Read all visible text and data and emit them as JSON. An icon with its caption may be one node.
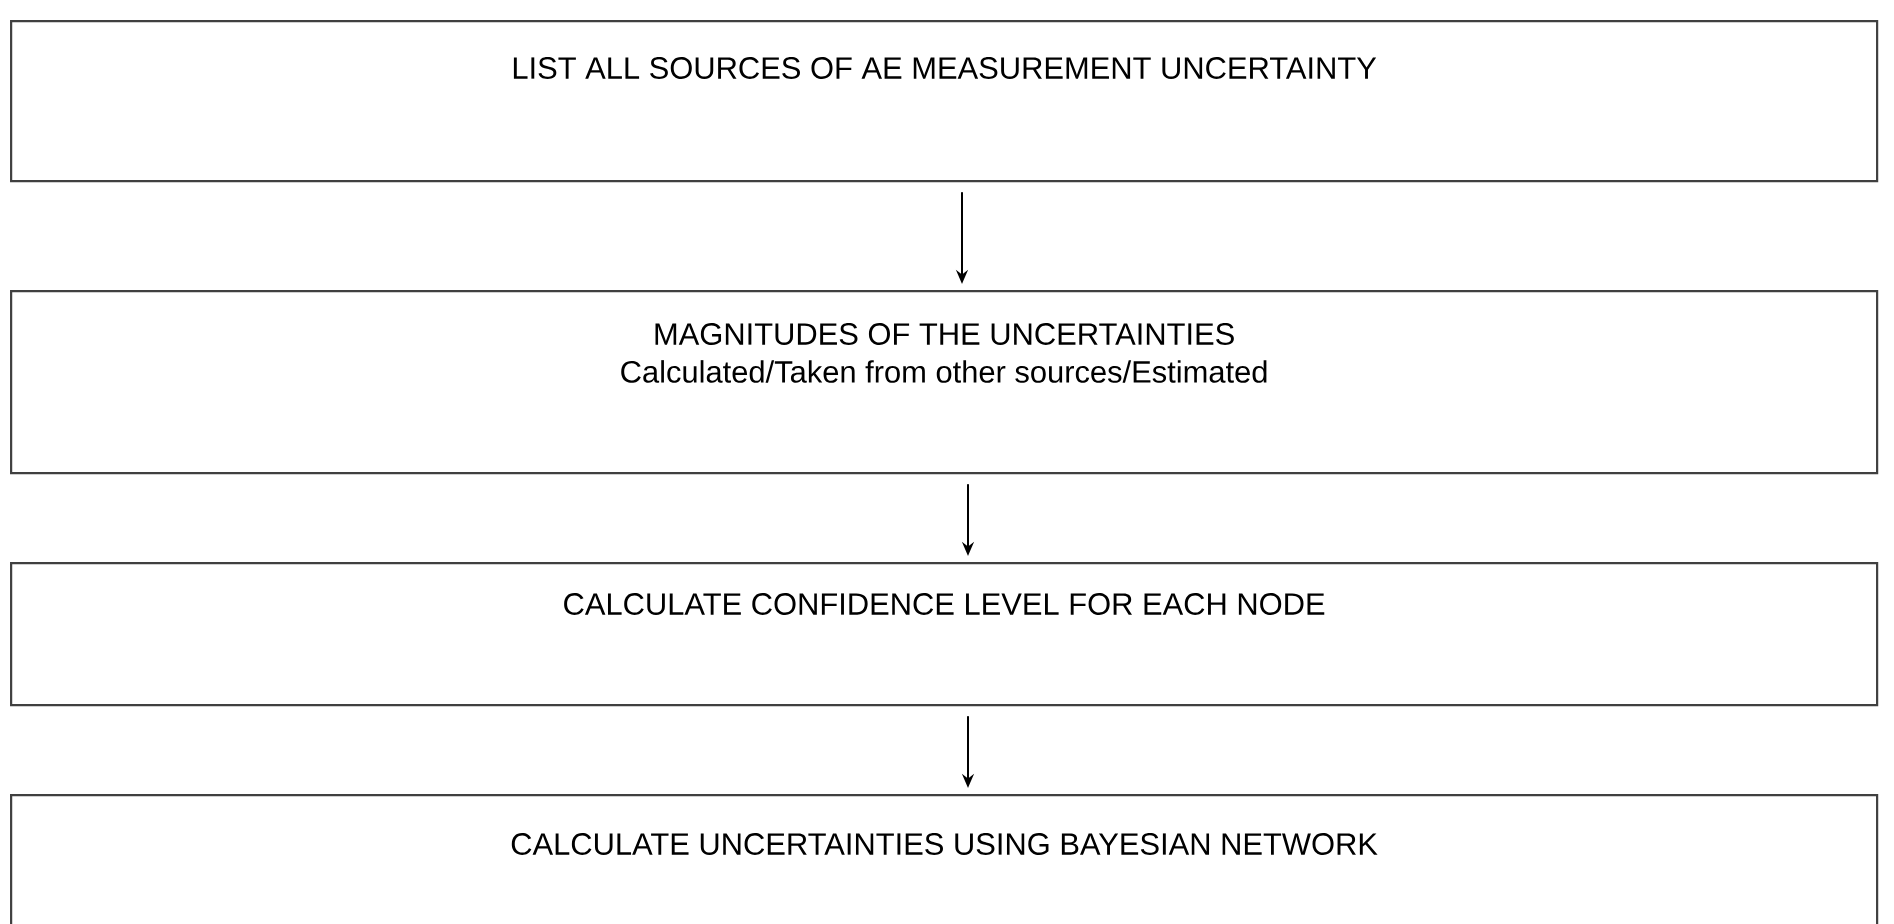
{
  "diagram": {
    "nodes": [
      {
        "text": [
          "LIST ALL SOURCES OF AE MEASUREMENT UNCERTAINTY"
        ]
      },
      {
        "text": [
          "MAGNITUDES OF THE UNCERTAINTIES",
          "Calculated/Taken from other sources/Estimated"
        ]
      },
      {
        "text": [
          "CALCULATE CONFIDENCE LEVEL FOR EACH NODE"
        ]
      },
      {
        "text": [
          "CALCULATE UNCERTAINTIES USING BAYESIAN NETWORK"
        ]
      }
    ],
    "edges": [
      {
        "from": 0,
        "to": 1,
        "arrow": "to"
      },
      {
        "from": 1,
        "to": 2,
        "arrow": "to"
      },
      {
        "from": 2,
        "to": 3,
        "arrow": "to"
      }
    ]
  }
}
